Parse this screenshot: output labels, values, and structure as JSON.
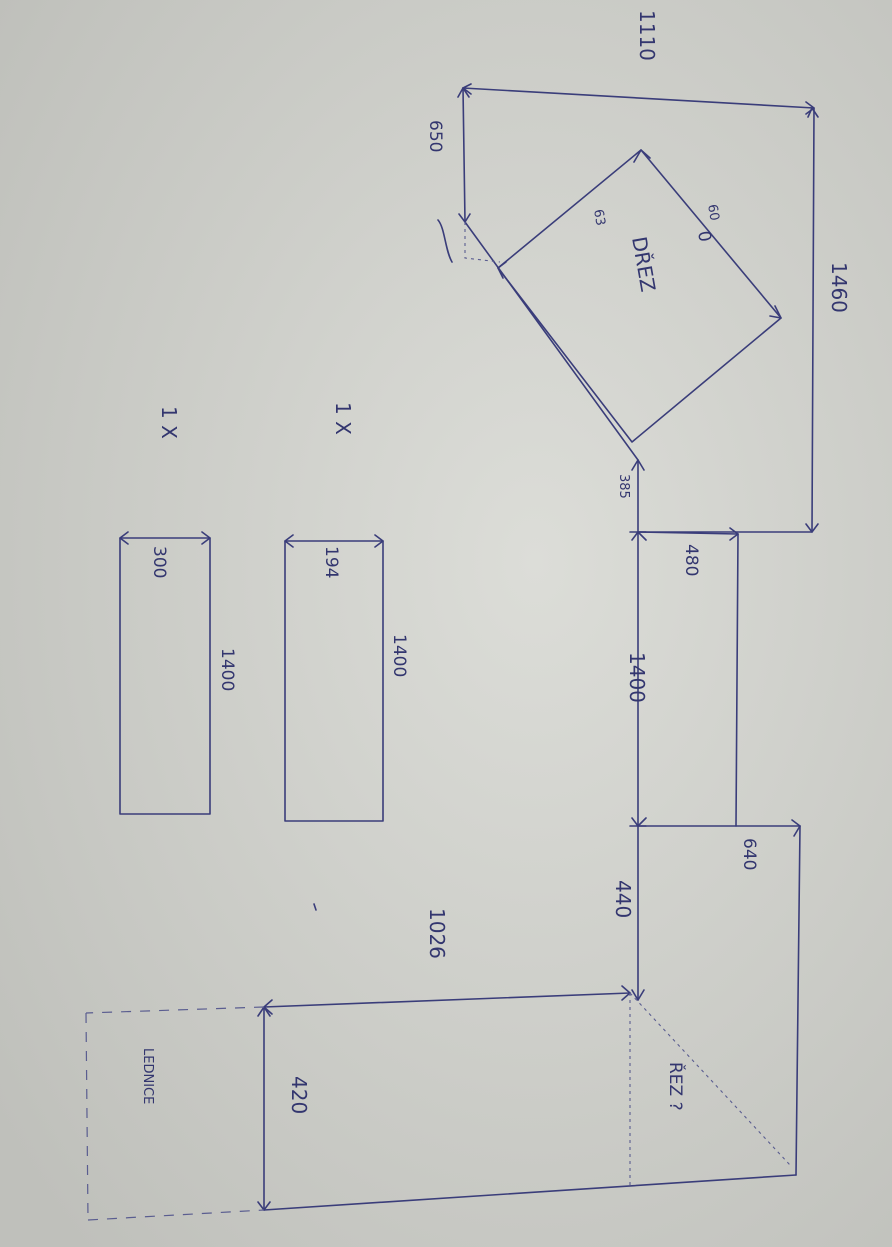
{
  "labels": {
    "top_left": "1110",
    "left_650": "650",
    "angle_60": "60",
    "angle_63": "63",
    "circle_0": "0",
    "sink_label": "DŘEZ",
    "dim_1460": "1460",
    "dim_385": "385",
    "dim_480": "480",
    "dim_1400_mid": "1400",
    "dim_640": "640",
    "dim_440": "440",
    "dim_1026": "1026",
    "dim_420": "420",
    "cut_label": "ŘEZ ?",
    "fridge_label": "LEDNICE",
    "qty_1": "1 X",
    "qty_2": "1 X",
    "panel1_w": "194",
    "panel1_l": "1400",
    "panel2_w": "300",
    "panel2_l": "1400"
  },
  "colors": {
    "paper": "#d3d4cf",
    "ink": "#3a3d7a"
  }
}
